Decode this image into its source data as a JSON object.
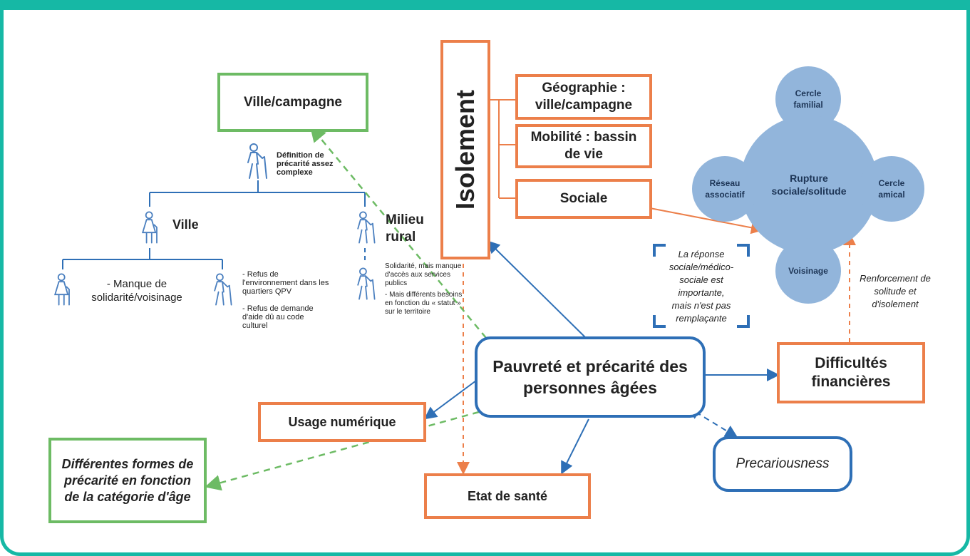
{
  "diagram": {
    "center": "Pauvreté et précarité des personnes âgées",
    "isolement": {
      "title": "Isolement",
      "items": [
        "Géographie : ville/campagne",
        "Mobilité : bassin de vie",
        "Sociale"
      ]
    },
    "ville_campagne": {
      "title": "Ville/campagne",
      "definition": "Définition de précarité assez complexe",
      "ville": "Ville",
      "rural": "Milieu rural",
      "ville_note": "- Manque de solidarité/voisinage",
      "qpv_note_1": "- Refus de l'environnement dans les quartiers QPV",
      "qpv_note_2": "- Refus de demande d'aide dû au code culturel",
      "rural_note_1": "Solidarité, mais manque d'accès aux services publics",
      "rural_note_2": "- Mais différents besoins en fonction du « statut » sur le territoire"
    },
    "social_circles": {
      "center": "Rupture sociale/solitude",
      "familial": "Cercle familial",
      "amical": "Cercle amical",
      "associatif": "Réseau associatif",
      "voisinage": "Voisinage"
    },
    "response_note": "La réponse sociale/médico-sociale est importante, mais n'est pas remplaçante",
    "renforcement": "Renforcement de solitude et d'isolement",
    "difficultes": "Difficultés financières",
    "usage": "Usage numérique",
    "sante": "Etat de santé",
    "precariousness": "Precariousness",
    "formes": "Différentes formes de précarité en fonction de la catégorie d'âge"
  },
  "colors": {
    "teal": "#16b8a5",
    "orange": "#ec7f4a",
    "green": "#6dbb64",
    "blue": "#2e6fb6",
    "circle": "#92b5db"
  },
  "icons": [
    "elderly-person-icon"
  ]
}
